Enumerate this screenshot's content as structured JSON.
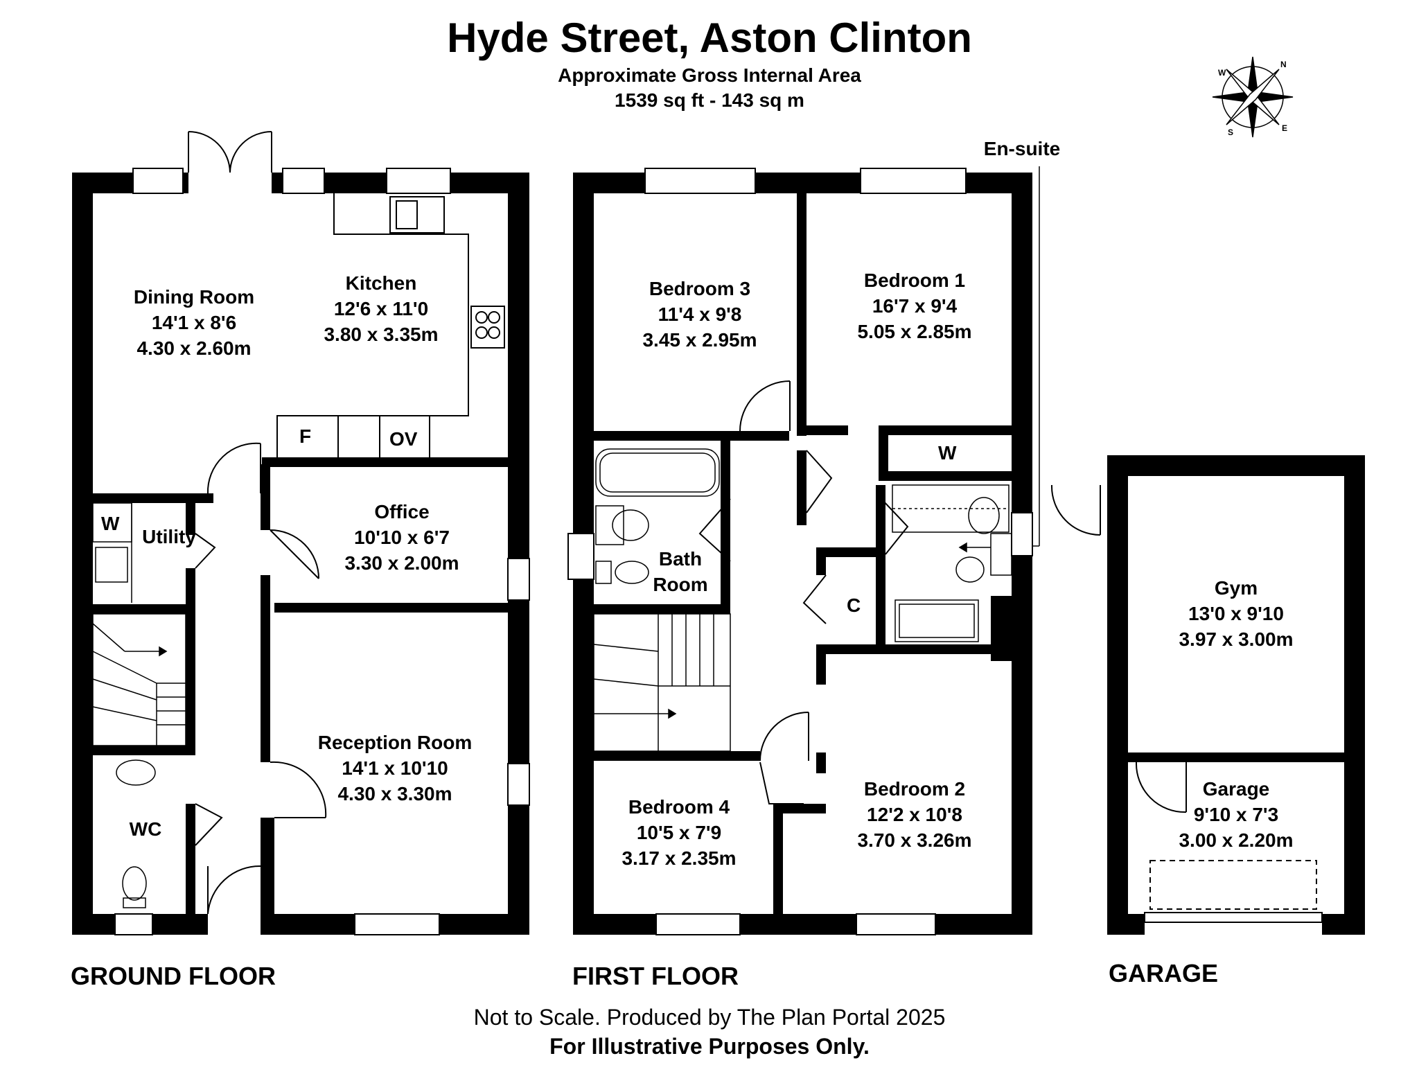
{
  "header": {
    "title": "Hyde Street, Aston Clinton",
    "subtitle": "Approximate Gross Internal Area",
    "area": "1539 sq ft - 143 sq m"
  },
  "compass": {
    "n": "N",
    "e": "E",
    "s": "S",
    "w": "W"
  },
  "floors": {
    "ground": "GROUND FLOOR",
    "first": "FIRST FLOOR",
    "garage": "GARAGE"
  },
  "rooms": {
    "dining": {
      "name": "Dining Room",
      "imperial": "14'1 x 8'6",
      "metric": "4.30 x 2.60m"
    },
    "kitchen": {
      "name": "Kitchen",
      "imperial": "12'6 x 11'0",
      "metric": "3.80 x 3.35m"
    },
    "office": {
      "name": "Office",
      "imperial": "10'10 x 6'7",
      "metric": "3.30 x 2.00m"
    },
    "utility": {
      "name": "Utility"
    },
    "reception": {
      "name": "Reception Room",
      "imperial": "14'1 x 10'10",
      "metric": "4.30 x 3.30m"
    },
    "wc": {
      "name": "WC"
    },
    "bedroom3": {
      "name": "Bedroom 3",
      "imperial": "11'4 x 9'8",
      "metric": "3.45 x 2.95m"
    },
    "bedroom1": {
      "name": "Bedroom 1",
      "imperial": "16'7 x 9'4",
      "metric": "5.05 x 2.85m"
    },
    "bathroom": {
      "line1": "Bath",
      "line2": "Room"
    },
    "ensuite": {
      "name": "En-suite"
    },
    "bedroom4": {
      "name": "Bedroom 4",
      "imperial": "10'5 x 7'9",
      "metric": "3.17 x 2.35m"
    },
    "bedroom2": {
      "name": "Bedroom 2",
      "imperial": "12'2 x 10'8",
      "metric": "3.70 x 3.26m"
    },
    "gym": {
      "name": "Gym",
      "imperial": "13'0 x 9'10",
      "metric": "3.97 x 3.00m"
    },
    "garage": {
      "name": "Garage",
      "imperial": "9'10 x 7'3",
      "metric": "3.00 x 2.20m"
    }
  },
  "markers": {
    "fridge": "F",
    "oven": "OV",
    "wardrobe_utility": "W",
    "wardrobe_bed1": "W",
    "cupboard": "C"
  },
  "footer": {
    "line1": "Not to Scale. Produced by The Plan Portal 2025",
    "line2": "For Illustrative Purposes Only."
  }
}
